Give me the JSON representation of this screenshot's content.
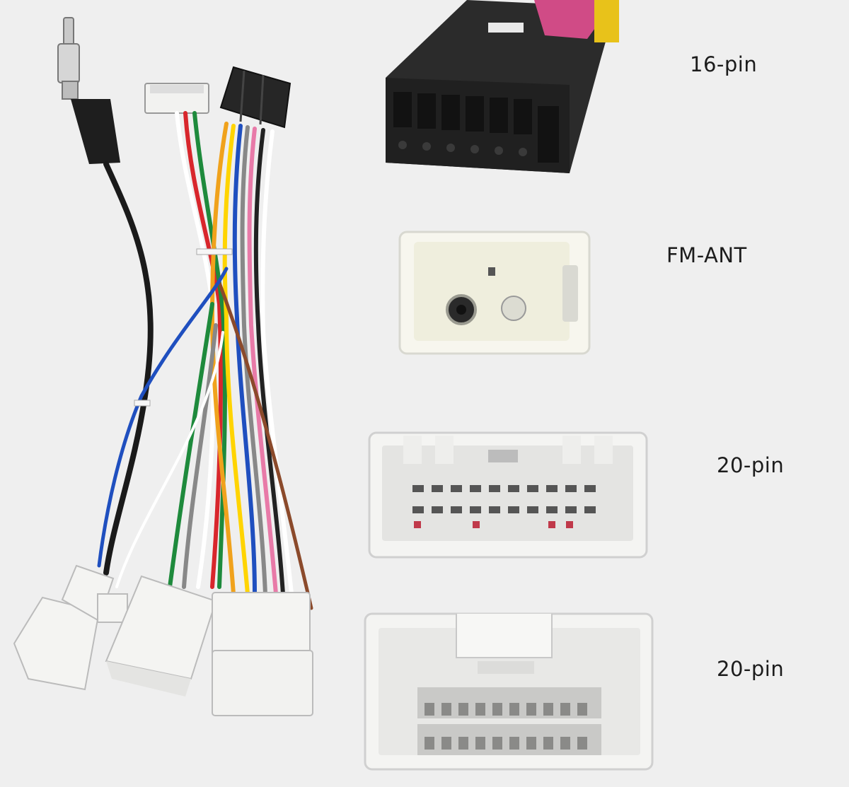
{
  "labels": {
    "pin16": "16-pin",
    "fm_ant": "FM-ANT",
    "pin20_a": "20-pin",
    "pin20_b": "20-pin"
  },
  "colors": {
    "background": "#efefef",
    "connector_black": "#2b2b2b",
    "connector_white": "#f4f4f2",
    "antenna_cable": "#1a1a1a",
    "wires": [
      "#d8262c",
      "#f0a21c",
      "#ffd400",
      "#1e8a3c",
      "#1f4fbf",
      "#8b4a2b",
      "#ffffff",
      "#888888",
      "#e87aa8",
      "#222222"
    ]
  }
}
